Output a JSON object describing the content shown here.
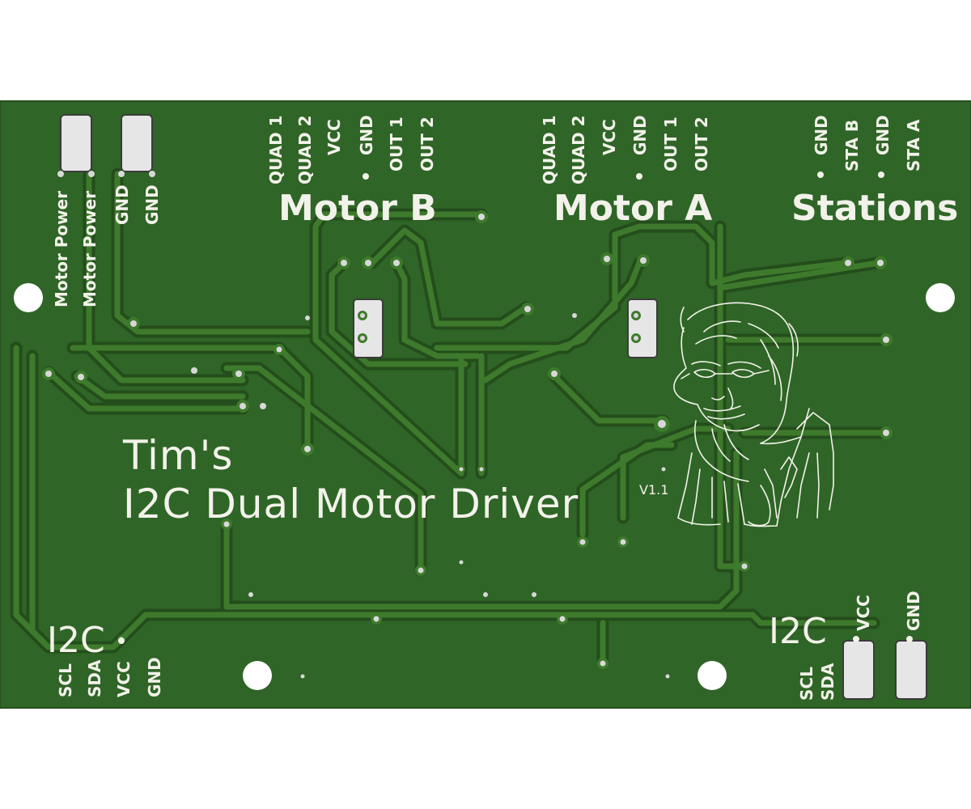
{
  "board": {
    "title_line1": "Tim's",
    "title_line2": "I2C Dual Motor Driver",
    "version": "V1.1",
    "colors": {
      "soldermask": "#2f6527",
      "trace": "#3e7a2c",
      "silkscreen": "#f2f2ea",
      "pad": "#e6e6e6",
      "background": "#ffffff"
    }
  },
  "power_header": {
    "labels": [
      "Motor Power",
      "Motor Power",
      "GND",
      "GND"
    ]
  },
  "motor_b": {
    "title": "Motor B",
    "pins": [
      "QUAD 1",
      "QUAD 2",
      "VCC",
      "GND",
      "OUT 1",
      "OUT 2"
    ]
  },
  "motor_a": {
    "title": "Motor A",
    "pins": [
      "QUAD 1",
      "QUAD 2",
      "VCC",
      "GND",
      "OUT 1",
      "OUT 2"
    ]
  },
  "stations": {
    "title": "Stations",
    "pins": [
      "GND",
      "STA B",
      "GND",
      "STA A"
    ]
  },
  "i2c_left": {
    "title": "I2C",
    "pins": [
      "SCL",
      "SDA",
      "VCC",
      "GND"
    ]
  },
  "i2c_right": {
    "title": "I2C",
    "pins_bottom": [
      "SCL",
      "SDA"
    ],
    "pins_top": [
      "VCC",
      "GND"
    ]
  }
}
